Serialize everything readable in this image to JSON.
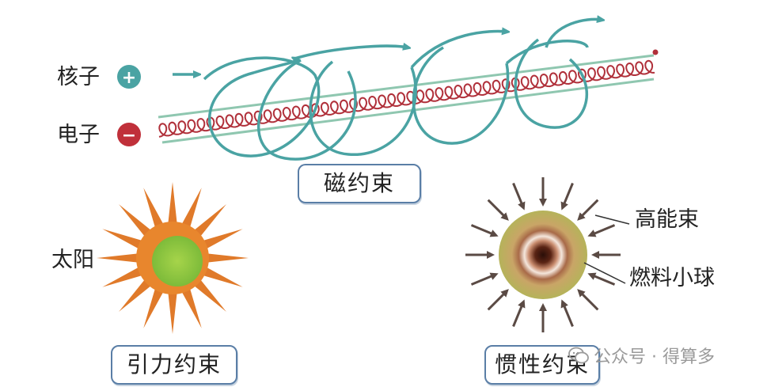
{
  "colors": {
    "teal": "#4aa3a3",
    "electron_red": "#c0303a",
    "coil": "#b0303a",
    "rail": "#8fc7b0",
    "ray": "#e07a2a",
    "sun_inner": "#8dc63f",
    "arrow": "#5a4a44",
    "box_border": "#5a7ea6"
  },
  "labels": {
    "nucleus": "核子",
    "electron": "电子",
    "nucleus_sign": "+",
    "electron_sign": "−",
    "sun": "太阳",
    "high_energy_beam": "高能束",
    "fuel_pellet": "燃料小球"
  },
  "boxes": {
    "magnetic": "磁约束",
    "gravitational": "引力约束",
    "inertial": "惯性约束"
  },
  "watermark": {
    "text": "公众号 · 得算多",
    "icon": "wechat-icon"
  }
}
